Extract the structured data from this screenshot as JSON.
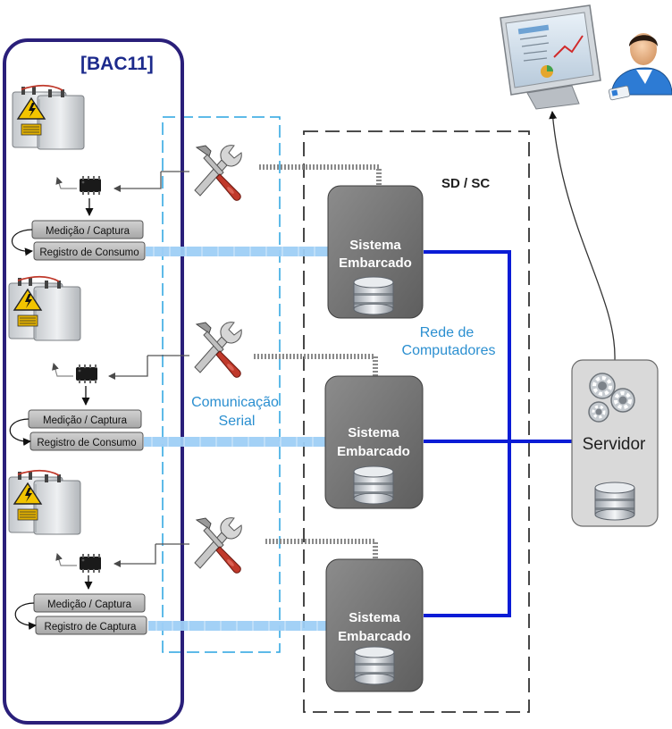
{
  "bac_group": {
    "label": "[BAC11]"
  },
  "sd_group": {
    "label": "SD / SC"
  },
  "serial_label": [
    "Comunicação",
    "Serial"
  ],
  "network_label": [
    "Rede de",
    "Computadores"
  ],
  "blocks": [
    {
      "capture_label": "Medição / Captura",
      "register_label": "Registro de Consumo",
      "embedded_label": [
        "Sistema",
        "Embarcado"
      ]
    },
    {
      "capture_label": "Medição / Captura",
      "register_label": "Registro de Consumo",
      "embedded_label": [
        "Sistema",
        "Embarcado"
      ]
    },
    {
      "capture_label": "Medição / Captura",
      "register_label": "Registro de Captura",
      "embedded_label": [
        "Sistema",
        "Embarcado"
      ]
    }
  ],
  "server": {
    "label": "Servidor"
  },
  "colors": {
    "bac_border": "#2a1f7a",
    "bac_text": "#1c2a8c",
    "serial_border": "#29a3e0",
    "serial_text": "#2b8fd0",
    "network_line": "#0a1cd6",
    "serial_link": "#9ecff5",
    "node_fill": "#7a7a7a",
    "server_fill": "#d9d9d9"
  }
}
